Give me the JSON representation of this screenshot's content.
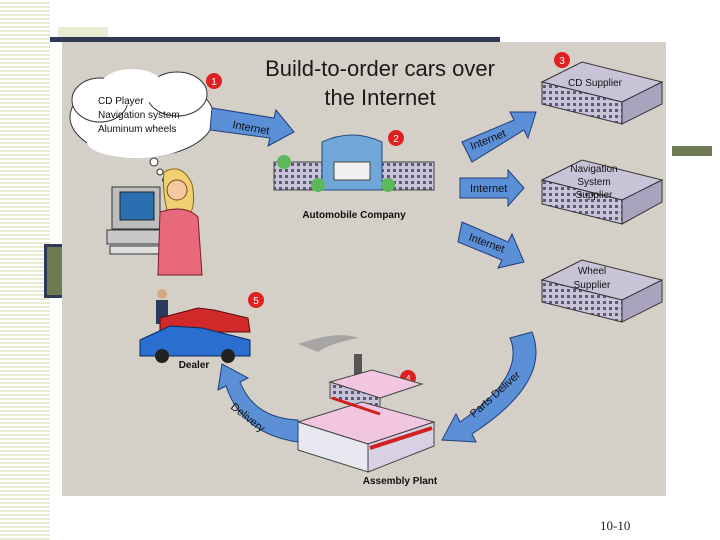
{
  "slide": {
    "title_line1": "Build-to-order cars over",
    "title_line2": "the Internet",
    "page_number": "10-10"
  },
  "diagram": {
    "bubble": [
      "CD Player",
      "Navigation system",
      "Aluminum wheels"
    ],
    "steps": [
      "1",
      "2",
      "3",
      "4",
      "5"
    ],
    "arrows": {
      "a1": "Internet",
      "a2": "Internet",
      "a3": "Internet",
      "a4": "Internet",
      "parts": "Parts Deliver",
      "delivery": "Delivery"
    },
    "labels": {
      "company": "Automobile Company",
      "cd_supplier": "CD Supplier",
      "nav_l1": "Navigation",
      "nav_l2": "System",
      "nav_l3": "Supplier",
      "wheel_l1": "Wheel",
      "wheel_l2": "Supplier",
      "plant": "Assembly Plant",
      "dealer": "Dealer"
    }
  }
}
